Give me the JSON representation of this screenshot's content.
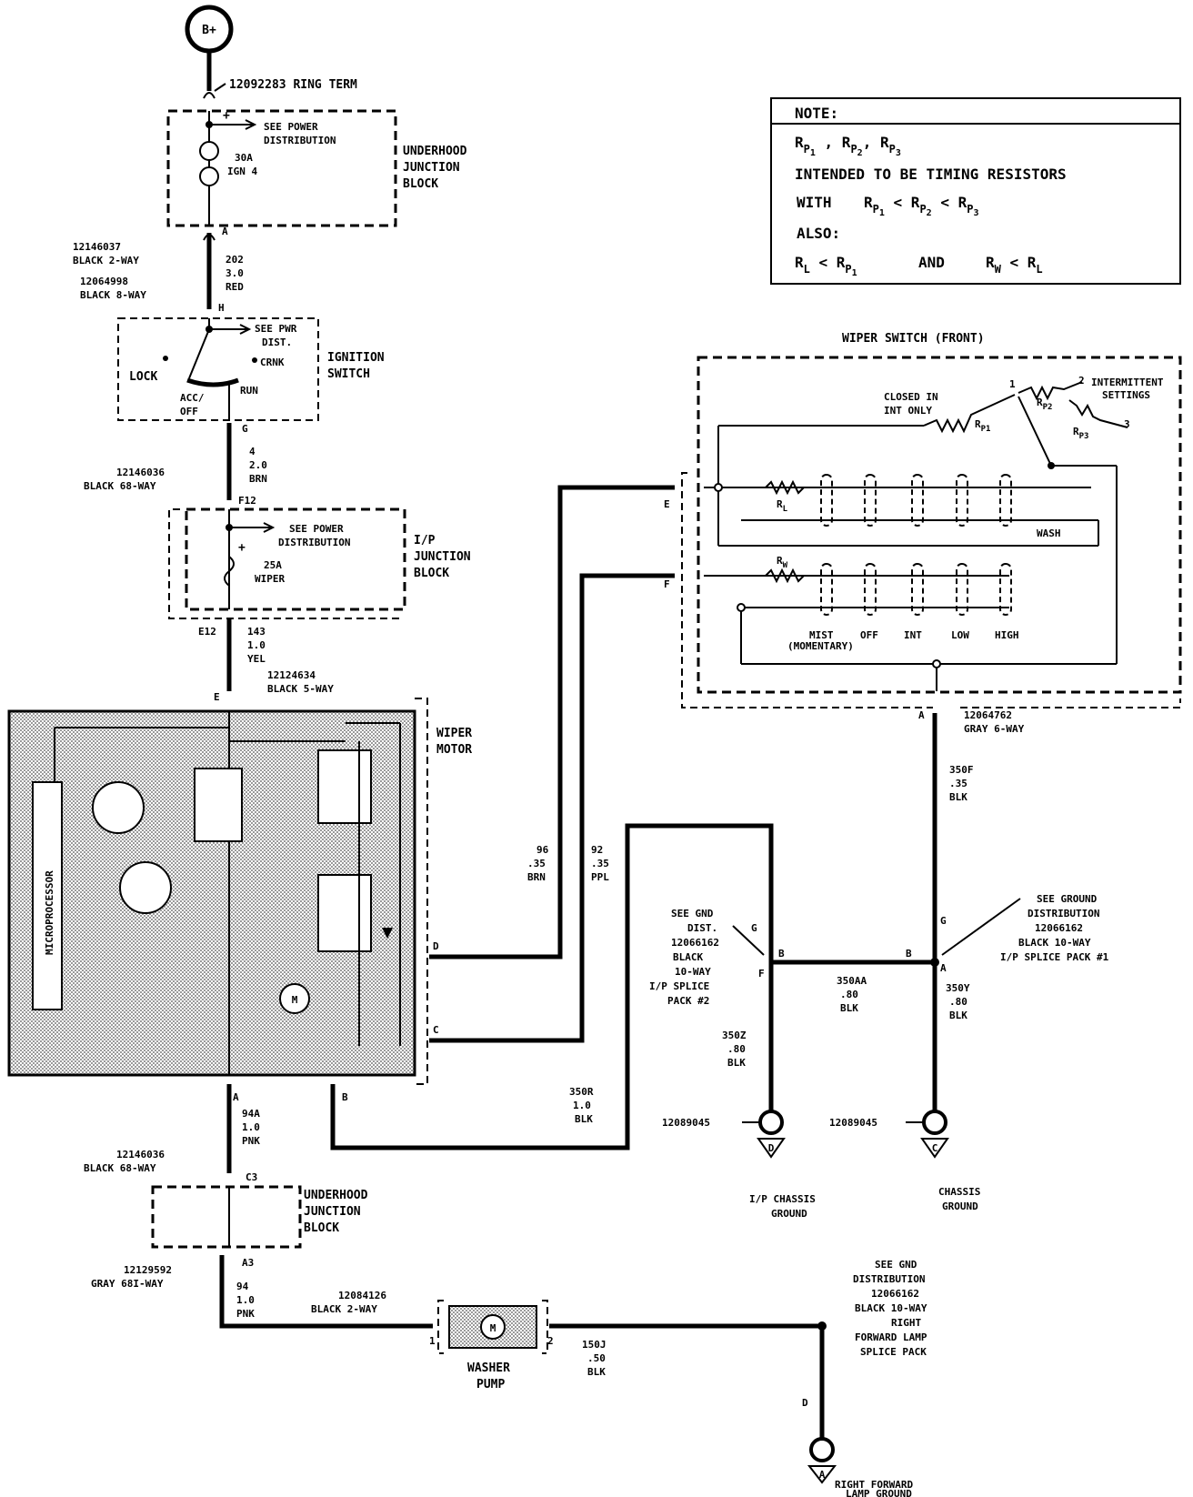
{
  "battery": {
    "label": "B+"
  },
  "connectors": {
    "ring_term": "12092283 RING TERM",
    "uhjb_black_2way_pn": "12146037",
    "uhjb_black_2way_desc": "BLACK 2-WAY",
    "ign_black_8way_pn": "12064998",
    "ign_black_8way_desc": "BLACK 8-WAY",
    "ip_black_68way_pn": "12146036",
    "ip_black_68way_desc": "BLACK 68-WAY",
    "motor_black_5way_pn": "12124634",
    "motor_black_5way_desc": "BLACK 5-WAY",
    "uhjb2_black_68way_pn": "12146036",
    "uhjb2_black_68way_desc": "BLACK 68-WAY",
    "gray_68way_pn": "12129592",
    "gray_68way_desc": "GRAY 68I-WAY",
    "washer_black_2way_pn": "12084126",
    "washer_black_2way_desc": "BLACK 2-WAY",
    "switch_gray_6way_pn": "12064762",
    "switch_gray_6way_desc": "GRAY 6-WAY"
  },
  "pins": {
    "a_uhjb": "A",
    "h_ign": "H",
    "g_ign": "G",
    "f12": "F12",
    "e12": "E12",
    "e_motor": "E",
    "d_motor": "D",
    "c_motor": "C",
    "a_motor": "A",
    "b_motor": "B",
    "c3": "C3",
    "a3": "A3",
    "e_switch": "E",
    "f_switch": "F",
    "a_switch": "A",
    "wp1": "1",
    "wp2": "2",
    "g_left": "G",
    "b_left": "B",
    "f_left": "F",
    "g_right": "G",
    "b_right": "B",
    "a_right": "A",
    "d_lamp": "D"
  },
  "wires": {
    "w202": [
      "202",
      "3.0",
      "RED"
    ],
    "w4": [
      "4",
      "2.0",
      "BRN"
    ],
    "w143": [
      "143",
      "1.0",
      "YEL"
    ],
    "w94a": [
      "94A",
      "1.0",
      "PNK"
    ],
    "w94": [
      "94",
      "1.0",
      "PNK"
    ],
    "w96": [
      "96",
      ".35",
      "BRN"
    ],
    "w92": [
      "92",
      ".35",
      "PPL"
    ],
    "w350r": [
      "350R",
      "1.0",
      "BLK"
    ],
    "w350z": [
      "350Z",
      ".80",
      "BLK"
    ],
    "w350aa": [
      "350AA",
      ".80",
      "BLK"
    ],
    "w350y": [
      "350Y",
      ".80",
      "BLK"
    ],
    "w350f": [
      "350F",
      ".35",
      "BLK"
    ],
    "w150j": [
      "150J",
      ".50",
      "BLK"
    ]
  },
  "components": {
    "uhjb_title": [
      "UNDERHOOD",
      "JUNCTION",
      "BLOCK"
    ],
    "uhjb_see": [
      "SEE POWER",
      "DISTRIBUTION"
    ],
    "uhjb_fuse": [
      "30A",
      "IGN 4"
    ],
    "ign_title": [
      "IGNITION",
      "SWITCH"
    ],
    "ign_see": [
      "SEE PWR",
      "DIST."
    ],
    "ign_crnk": "CRNK",
    "ign_lock": "LOCK",
    "ign_acc": [
      "ACC/",
      "OFF"
    ],
    "ign_run": "RUN",
    "ip_title": [
      "I/P",
      "JUNCTION",
      "BLOCK"
    ],
    "ip_see": [
      "SEE POWER",
      "DISTRIBUTION"
    ],
    "ip_fuse": [
      "25A",
      "WIPER"
    ],
    "motor_title": [
      "WIPER",
      "MOTOR"
    ],
    "microprocessor": "MICROPROCESSOR",
    "motor_m": "M",
    "uhjb2_title": [
      "UNDERHOOD",
      "JUNCTION",
      "BLOCK"
    ],
    "washer_title": [
      "WASHER",
      "PUMP"
    ],
    "switch_title": "WIPER SWITCH (FRONT)",
    "switch_closed": [
      "CLOSED IN",
      "INT ONLY"
    ],
    "switch_int_settings": [
      "INTERMITTENT",
      "SETTINGS"
    ],
    "switch_wash": "WASH",
    "switch_positions": [
      "MIST",
      "OFF",
      "INT",
      "LOW",
      "HIGH"
    ],
    "switch_momentary": "(MOMENTARY)",
    "switch_pos_nums": [
      "1",
      "2",
      "3"
    ]
  },
  "grounds": {
    "gnd_dist_left": [
      "SEE GND",
      "DIST.",
      "12066162",
      "BLACK",
      "10-WAY",
      "I/P SPLICE",
      "PACK #2"
    ],
    "gnd_dist_right": [
      "SEE GROUND",
      "DISTRIBUTION",
      "12066162",
      "BLACK 10-WAY",
      "I/P SPLICE PACK #1"
    ],
    "gnd_dist_bottom": [
      "SEE GND",
      "DISTRIBUTION",
      "12066162",
      "BLACK 10-WAY",
      "RIGHT",
      "FORWARD LAMP",
      "SPLICE PACK"
    ],
    "ip_chassis_pn": "12089045",
    "ip_chassis_letter": "D",
    "ip_chassis_name": [
      "I/P CHASSIS",
      "GROUND"
    ],
    "chassis_pn": "12089045",
    "chassis_letter": "C",
    "chassis_name": [
      "CHASSIS",
      "GROUND"
    ],
    "rf_letter": "A",
    "rf_name": [
      "RIGHT FORWARD",
      "LAMP GROUND"
    ]
  },
  "note": {
    "title": "NOTE:",
    "intended": "INTENDED TO BE TIMING RESISTORS",
    "with": "WITH",
    "also": "ALSO:",
    "and": "AND"
  }
}
